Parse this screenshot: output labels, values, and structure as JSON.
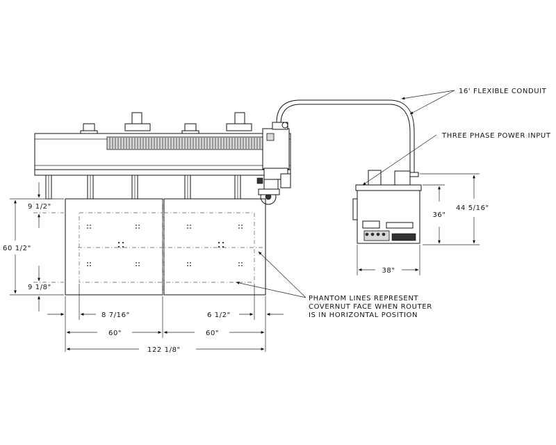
{
  "callouts": {
    "conduit": "16' FLEXIBLE CONDUIT",
    "power": "THREE PHASE POWER INPUT",
    "phantom_line1": "PHANTOM LINES REPRESENT",
    "phantom_line2": "COVERNUT FACE WHEN ROUTER",
    "phantom_line3": "IS IN HORIZONTAL POSITION"
  },
  "dimensions": {
    "top_margin": "9 1/2\"",
    "left_height": "60 1/2\"",
    "bottom_margin": "9 1/8\"",
    "left_inset": "8 7/16\"",
    "right_inset": "6 1/2\"",
    "left_table_width": "60\"",
    "right_table_width": "60\"",
    "overall_width": "122 1/8\"",
    "cabinet_height": "36\"",
    "cabinet_overall_height": "44 5/16\"",
    "cabinet_width": "38\""
  }
}
